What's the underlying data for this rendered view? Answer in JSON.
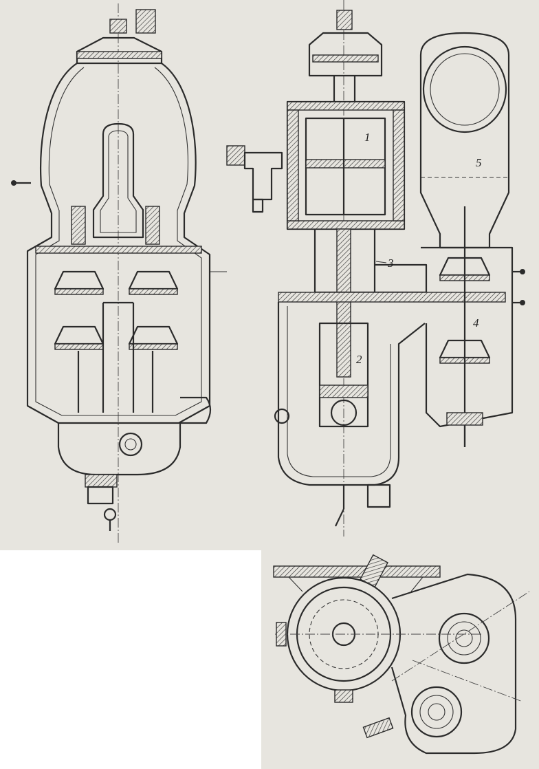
{
  "callouts": {
    "c1": "1",
    "c2": "2",
    "c3": "3",
    "c4": "4",
    "c5": "5"
  },
  "colors": {
    "paper": "#e7e5df",
    "ink": "#2b2b2b",
    "background": "#ffffff"
  }
}
